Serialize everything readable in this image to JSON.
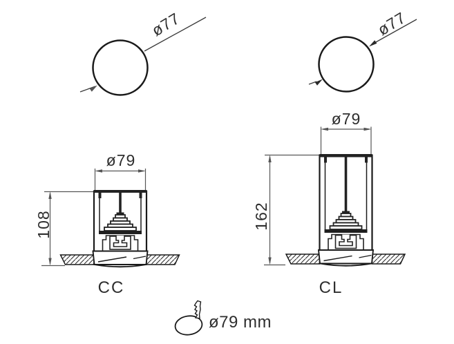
{
  "drawing": {
    "top_views": {
      "cc": {
        "diameter_label": "ø77"
      },
      "cl": {
        "diameter_label": "ø77"
      }
    },
    "front_views": {
      "cc": {
        "width_label": "ø79",
        "height_label": "108",
        "name_label": "CC"
      },
      "cl": {
        "width_label": "ø79",
        "height_label": "162",
        "name_label": "CL"
      }
    },
    "cutout_note": {
      "label": "ø79 mm"
    },
    "colors": {
      "fixture_line": "#1a1a1a",
      "dimension_line": "#555555",
      "text": "#2e2e2e",
      "background": "#ffffff"
    }
  }
}
